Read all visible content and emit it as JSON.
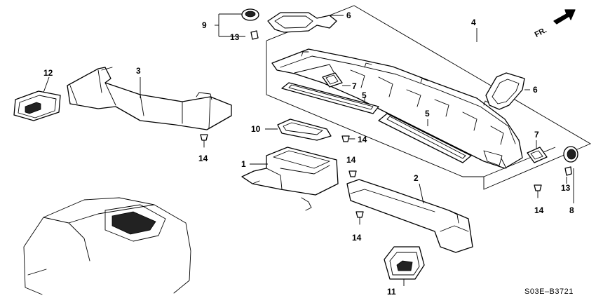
{
  "diagram": {
    "callouts": {
      "c1": "1",
      "c2": "2",
      "c3": "3",
      "c4": "4",
      "c5a": "5",
      "c5b": "5",
      "c6a": "6",
      "c6b": "6",
      "c7a": "7",
      "c7b": "7",
      "c8": "8",
      "c9": "9",
      "c10": "10",
      "c11": "11",
      "c12": "12",
      "c13a": "13",
      "c13b": "13",
      "c14a": "14",
      "c14b": "14",
      "c14c": "14",
      "c14d": "14",
      "c14e": "14"
    },
    "direction_label": "FR.",
    "diagram_code": "S03E–B3721"
  }
}
